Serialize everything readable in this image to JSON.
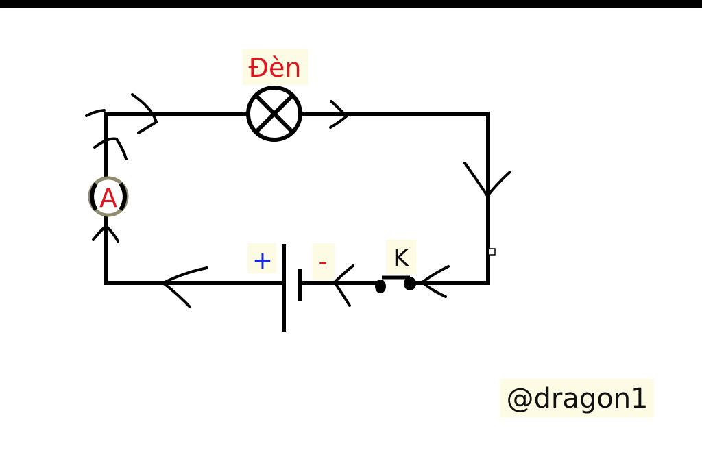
{
  "diagram": {
    "lamp_label": "Đèn",
    "ammeter_label": "A",
    "battery_plus": "+",
    "battery_minus": "-",
    "switch_label": "K",
    "watermark": "@dragon1"
  },
  "colors": {
    "lamp_label": "#e0141c",
    "ammeter_label": "#e0141c",
    "battery_plus": "#1428e0",
    "battery_minus": "#e0141c",
    "label_background": "#fdfbe3",
    "wire": "#000000"
  }
}
